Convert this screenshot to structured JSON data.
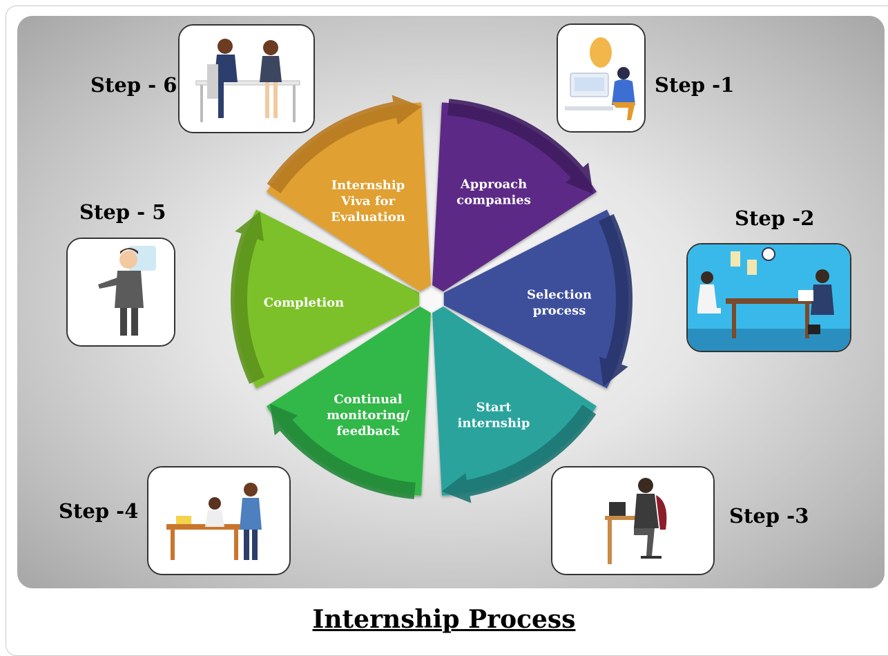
{
  "title": "Internship Process",
  "segments": [
    {
      "id": "approach",
      "lines": [
        "Approach",
        "companies"
      ],
      "color": "#5b2a86",
      "color_dark": "#3f1c60"
    },
    {
      "id": "selection",
      "lines": [
        "Selection",
        "process"
      ],
      "color": "#3e4f9b",
      "color_dark": "#28346d"
    },
    {
      "id": "start",
      "lines": [
        "Start",
        "internship"
      ],
      "color": "#2aa39d",
      "color_dark": "#1d7773"
    },
    {
      "id": "monitoring",
      "lines": [
        "Continual",
        "monitoring/",
        "feedback"
      ],
      "color": "#31b84a",
      "color_dark": "#23893a"
    },
    {
      "id": "completion",
      "lines": [
        "Completion"
      ],
      "color": "#7dc12a",
      "color_dark": "#5c941c"
    },
    {
      "id": "viva",
      "lines": [
        "Internship",
        "Viva for",
        "Evaluation"
      ],
      "color": "#e0a030",
      "color_dark": "#b87a20"
    }
  ],
  "steps": [
    {
      "label": "Step -1",
      "icon": "person-at-laptop-icon"
    },
    {
      "label": "Step -2",
      "icon": "interview-office-icon"
    },
    {
      "label": "Step -3",
      "icon": "man-working-at-desk-icon"
    },
    {
      "label": "Step -4",
      "icon": "team-at-desk-icon"
    },
    {
      "label": "Step - 5",
      "icon": "presenting-man-icon"
    },
    {
      "label": "Step - 6",
      "icon": "meeting-at-table-icon"
    }
  ]
}
